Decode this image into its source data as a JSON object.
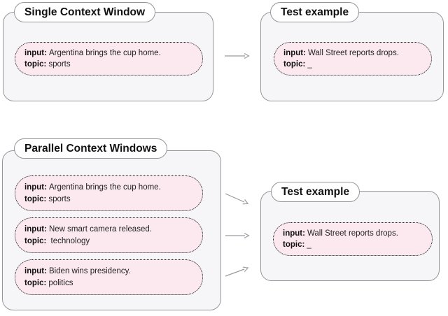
{
  "labels": {
    "input": "input:",
    "topic": "topic:"
  },
  "groups": {
    "single": {
      "title": "Single Context Window",
      "examples": [
        {
          "input": "Argentina brings the cup home.",
          "topic": "sports"
        }
      ]
    },
    "test_top": {
      "title": "Test example",
      "examples": [
        {
          "input": "Wall Street reports drops.",
          "topic": "_"
        }
      ]
    },
    "parallel": {
      "title": "Parallel Context Windows",
      "examples": [
        {
          "input": "Argentina brings the cup home.",
          "topic": "sports"
        },
        {
          "input": "New smart camera released.",
          "topic": " technology"
        },
        {
          "input": "Biden wins presidency.",
          "topic": "politics"
        }
      ]
    },
    "test_bottom": {
      "title": "Test example",
      "examples": [
        {
          "input": "Wall Street reports drops.",
          "topic": "_"
        }
      ]
    }
  },
  "icons": {
    "arrow_single_to_test": "right-arrow",
    "arrow_parallel_1": "down-right-arrow",
    "arrow_parallel_2": "right-arrow",
    "arrow_parallel_3": "up-right-arrow"
  },
  "colors": {
    "box_background": "#f6f6f8",
    "box_border": "#96969c",
    "example_background": "#fbe9ef",
    "example_border": "#141414",
    "title_background": "#ffffff",
    "text": "#1b1b1b",
    "arrow": "#9a9aa0"
  }
}
